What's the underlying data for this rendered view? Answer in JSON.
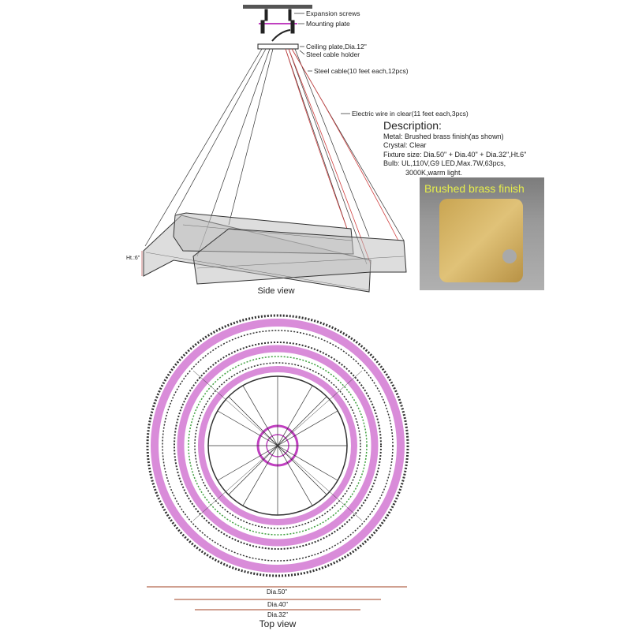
{
  "callouts": {
    "expansion_screws": "Expansion screws",
    "mounting_plate": "Mounting plate",
    "ceiling_plate": "Ceiling plate,Dia.12\"",
    "cable_holder": "Steel cable holder",
    "steel_cable": "Steel cable(10 feet each,12pcs)",
    "electric_wire": "Electric wire in clear(11 feet each,3pcs)"
  },
  "description": {
    "title": "Description:",
    "metal": "Metal: Brushed brass finish(as shown)",
    "crystal": "Crystal: Clear",
    "size": "Fixture size: Dia.50\" + Dia.40\" + Dia.32\",Ht.6\"",
    "bulb": "Bulb: UL,110V,G9 LED,Max.7W,63pcs,",
    "bulb2": "3000K,warm light."
  },
  "swatch": {
    "title": "Brushed brass finish"
  },
  "side_view": {
    "height_label": "Ht.:6\"",
    "caption": "Side view"
  },
  "top_view": {
    "caption": "Top view",
    "dims": [
      "Dia.50\"",
      "Dia.40\"",
      "Dia.32\""
    ]
  },
  "colors": {
    "accent": "#c040c0",
    "wire": "#d04040",
    "swatch_text": "#e6ee4a"
  }
}
